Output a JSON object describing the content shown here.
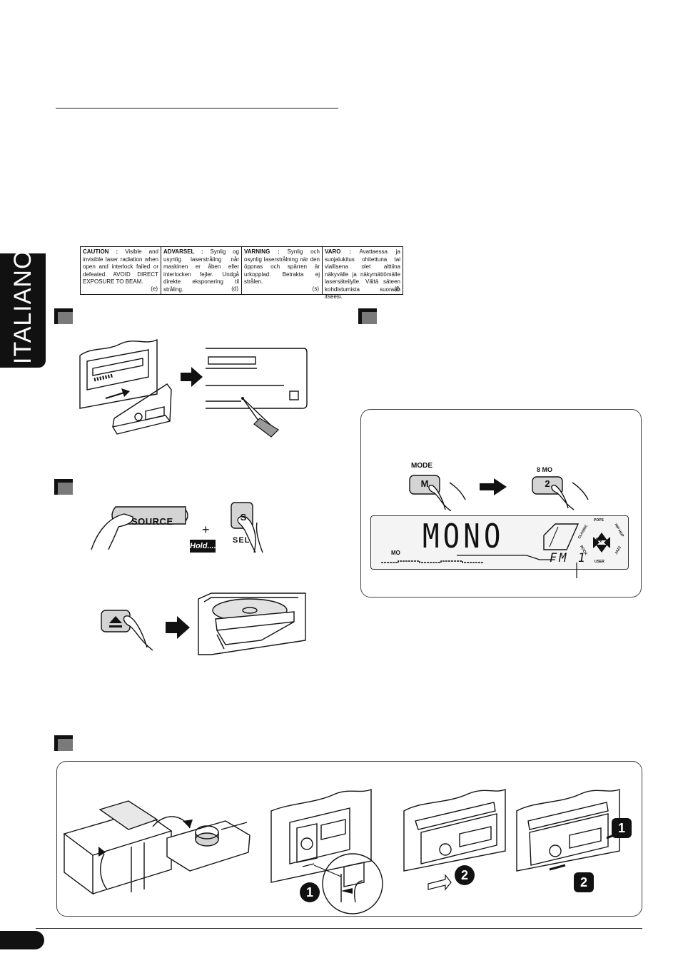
{
  "language_tab": "ITALIANO",
  "caution_label": {
    "cells": [
      {
        "heading": "CAUTION :",
        "body": "Visible and invisible laser radiation when open and interlock failed or defeated. AVOID DIRECT EXPOSURE TO BEAM.",
        "code": "(e)"
      },
      {
        "heading": "ADVARSEL :",
        "body": "Synlig og usynlig laserstråling når maskinen er åben eller interlocken fejler. Undgå direkte eksponering til stråling.",
        "code": "(d)"
      },
      {
        "heading": "VARNING :",
        "body": "Synlig och osynlig laserstrålning när den öppnas och spärren är urkopplad. Betrakta ej strålen.",
        "code": "(s)"
      },
      {
        "heading": "VARO :",
        "body": "Avattaessa ja suojalukitus ohitettuna tai viallisena olet alttiina näkyvälle ja näkymättömälle lasersäteilylle. Vältä säteen kohdistumista suoraan itseesi.",
        "code": "(f)"
      }
    ]
  },
  "buttons": {
    "source": "SOURCE",
    "sel_key": "S",
    "sel_label": "SEL",
    "plus": "+",
    "hold": "Hold....",
    "mode_label": "MODE",
    "mode_key": "M",
    "preset_label": "8  MO",
    "preset_key": "2"
  },
  "display": {
    "main_text": "MONO",
    "mo_indicator": "MO",
    "band": "FM 1",
    "eq_center": "EQ",
    "eq_modes": [
      "POPS",
      "HIP HOP",
      "JAZZ",
      "USER",
      "ROCK",
      "CLASSIC"
    ]
  },
  "steps": {
    "one": "1",
    "two": "2"
  },
  "colors": {
    "ink": "#111111",
    "marker_gray": "#7a7a7a",
    "display_bg": "#f4f4f4"
  }
}
